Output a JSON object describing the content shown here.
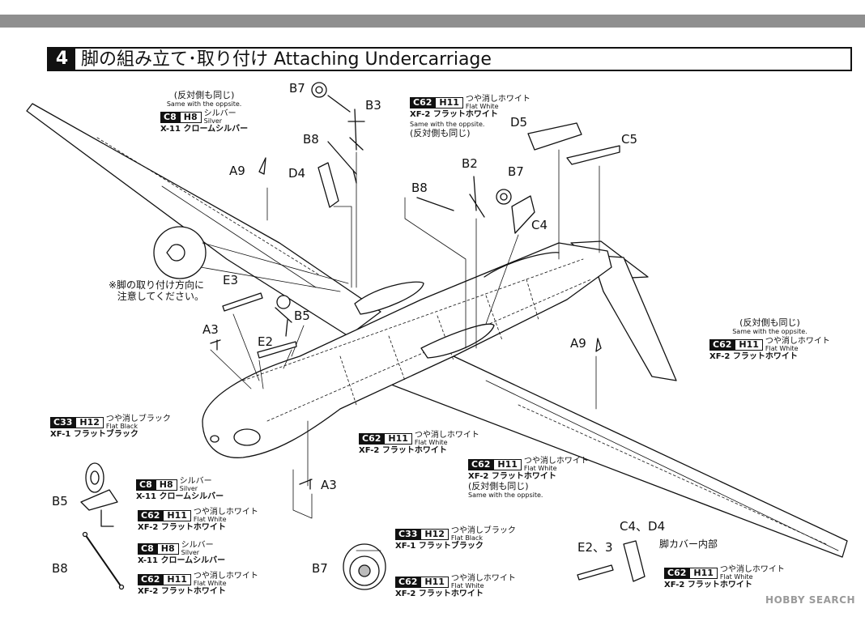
{
  "header": {
    "step_number": "4",
    "title": "脚の組み立て･取り付け Attaching Undercarriage"
  },
  "parts": {
    "b7_top": "B7",
    "b3": "B3",
    "b8_top": "B8",
    "a9_left": "A9",
    "d4": "D4",
    "d5": "D5",
    "c5": "C5",
    "b2": "B2",
    "b7_mid": "B7",
    "b8_mid": "B8",
    "c4": "C4",
    "e3": "E3",
    "b5_mid": "B5",
    "a3_left": "A3",
    "e2": "E2",
    "a9_right": "A9",
    "a3_bottom": "A3",
    "b5_detail": "B5",
    "b8_detail": "B8",
    "b7_detail": "B7",
    "cd_detail": "C4、D4",
    "e_detail": "E2、3"
  },
  "notes": {
    "mount_direction": "※脚の取り付け方向に\n注意してください。",
    "leg_cover_inner": "脚カバー内部"
  },
  "callouts": {
    "silver_top": {
      "pre": "(反対側も同じ)",
      "pre_en": "Same with the oppsite.",
      "c": "C8",
      "h": "H8",
      "jp": "シルバー",
      "en": "Silver",
      "xf": "X-11 クロームシルバー"
    },
    "white_top": {
      "c": "C62",
      "h": "H11",
      "jp": "つや消しホワイト",
      "en": "Flat White",
      "xf": "XF-2 フラットホワイト",
      "post_en": "Same with the oppsite.",
      "post": "(反対側も同じ)"
    },
    "white_right": {
      "pre": "(反対側も同じ)",
      "pre_en": "Same with the oppsite.",
      "c": "C62",
      "h": "H11",
      "jp": "つや消しホワイト",
      "en": "Flat White",
      "xf": "XF-2 フラットホワイト"
    },
    "white_center": {
      "c": "C62",
      "h": "H11",
      "jp": "つや消しホワイト",
      "en": "Flat White",
      "xf": "XF-2 フラットホワイト"
    },
    "white_lower": {
      "c": "C62",
      "h": "H11",
      "jp": "つや消しホワイト",
      "en": "Flat White",
      "xf": "XF-2 フラットホワイト",
      "post": "(反対側も同じ)",
      "post_en": "Same with the oppsite."
    },
    "black_left": {
      "c": "C33",
      "h": "H12",
      "jp": "つや消しブラック",
      "en": "Flat Black",
      "xf": "XF-1 フラットブラック"
    },
    "silver_b5": {
      "c": "C8",
      "h": "H8",
      "jp": "シルバー",
      "en": "Silver",
      "xf": "X-11 クロームシルバー"
    },
    "white_b5": {
      "c": "C62",
      "h": "H11",
      "jp": "つや消しホワイト",
      "en": "Flat White",
      "xf": "XF-2 フラットホワイト"
    },
    "silver_b8": {
      "c": "C8",
      "h": "H8",
      "jp": "シルバー",
      "en": "Silver",
      "xf": "X-11 クロームシルバー"
    },
    "white_b8": {
      "c": "C62",
      "h": "H11",
      "jp": "つや消しホワイト",
      "en": "Flat White",
      "xf": "XF-2 フラットホワイト"
    },
    "black_b7": {
      "c": "C33",
      "h": "H12",
      "jp": "つや消しブラック",
      "en": "Flat Black",
      "xf": "XF-1 フラットブラック"
    },
    "white_b7": {
      "c": "C62",
      "h": "H11",
      "jp": "つや消しホワイト",
      "en": "Flat White",
      "xf": "XF-2 フラットホワイト"
    },
    "white_cover": {
      "c": "C62",
      "h": "H11",
      "jp": "つや消しホワイト",
      "en": "Flat White",
      "xf": "XF-2 フラットホワイト"
    }
  },
  "watermark": "HOBBY SEARCH"
}
